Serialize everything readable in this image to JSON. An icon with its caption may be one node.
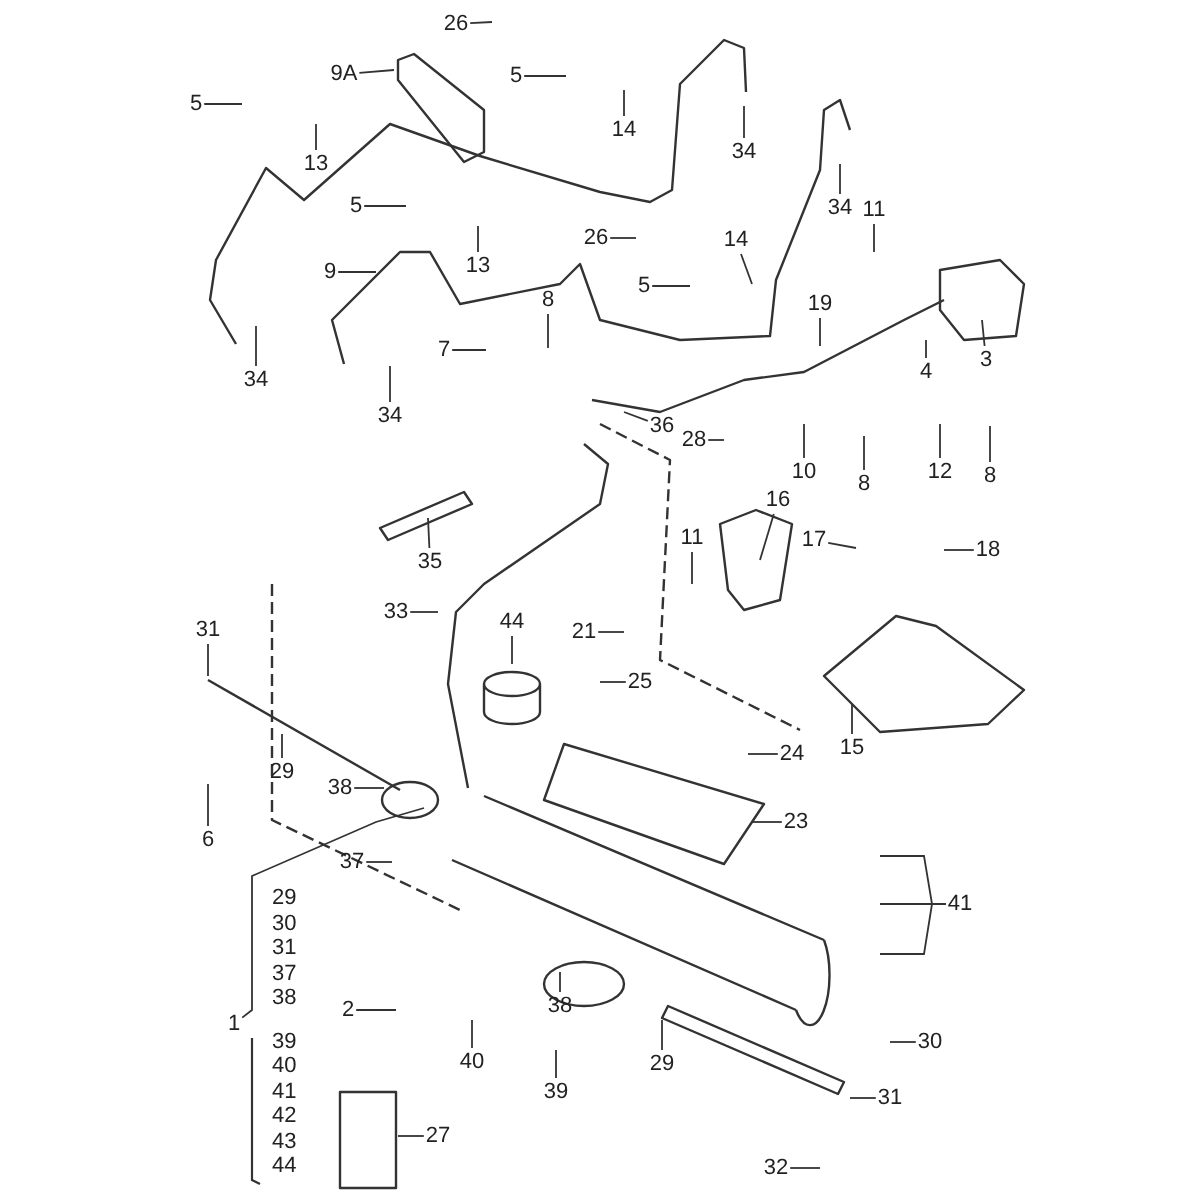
{
  "diagram": {
    "nodes": [
      {
        "text": [
          "26"
        ]
      },
      {
        "text": [
          "9A"
        ]
      },
      {
        "text": [
          "5"
        ]
      },
      {
        "text": [
          "5"
        ]
      },
      {
        "text": [
          "13"
        ]
      },
      {
        "text": [
          "14"
        ]
      },
      {
        "text": [
          "34"
        ]
      },
      {
        "text": [
          "34"
        ]
      },
      {
        "text": [
          "5"
        ]
      },
      {
        "text": [
          "11"
        ]
      },
      {
        "text": [
          "13"
        ]
      },
      {
        "text": [
          "9"
        ]
      },
      {
        "text": [
          "26"
        ]
      },
      {
        "text": [
          "14"
        ]
      },
      {
        "text": [
          "5"
        ]
      },
      {
        "text": [
          "8"
        ]
      },
      {
        "text": [
          "19"
        ]
      },
      {
        "text": [
          "7"
        ]
      },
      {
        "text": [
          "3"
        ]
      },
      {
        "text": [
          "4"
        ]
      },
      {
        "text": [
          "34"
        ]
      },
      {
        "text": [
          "34"
        ]
      },
      {
        "text": [
          "36"
        ]
      },
      {
        "text": [
          "28"
        ]
      },
      {
        "text": [
          "10"
        ]
      },
      {
        "text": [
          "12"
        ]
      },
      {
        "text": [
          "8"
        ]
      },
      {
        "text": [
          "8"
        ]
      },
      {
        "text": [
          "16"
        ]
      },
      {
        "text": [
          "17"
        ]
      },
      {
        "text": [
          "11"
        ]
      },
      {
        "text": [
          "18"
        ]
      },
      {
        "text": [
          "35"
        ]
      },
      {
        "text": [
          "33"
        ]
      },
      {
        "text": [
          "44"
        ]
      },
      {
        "text": [
          "31"
        ]
      },
      {
        "text": [
          "21"
        ]
      },
      {
        "text": [
          "25"
        ]
      },
      {
        "text": [
          "15"
        ]
      },
      {
        "text": [
          "24"
        ]
      },
      {
        "text": [
          "29"
        ]
      },
      {
        "text": [
          "38"
        ]
      },
      {
        "text": [
          "23"
        ]
      },
      {
        "text": [
          "6"
        ]
      },
      {
        "text": [
          "37"
        ]
      },
      {
        "text": [
          "41"
        ]
      },
      {
        "text": [
          "1"
        ]
      },
      {
        "text": [
          "2"
        ]
      },
      {
        "text": [
          "38"
        ]
      },
      {
        "text": [
          "30"
        ]
      },
      {
        "text": [
          "40"
        ]
      },
      {
        "text": [
          "29"
        ]
      },
      {
        "text": [
          "39"
        ]
      },
      {
        "text": [
          "31"
        ]
      },
      {
        "text": [
          "27"
        ]
      },
      {
        "text": [
          "32"
        ]
      }
    ],
    "edges": [
      {
        "from": 0,
        "to": null,
        "arrow": "none"
      },
      {
        "from": 1,
        "to": null,
        "arrow": "none"
      },
      {
        "from": 2,
        "to": null,
        "arrow": "none"
      },
      {
        "from": 3,
        "to": null,
        "arrow": "none"
      },
      {
        "from": 4,
        "to": null,
        "arrow": "none"
      },
      {
        "from": 5,
        "to": null,
        "arrow": "none"
      },
      {
        "from": 6,
        "to": null,
        "arrow": "none"
      },
      {
        "from": 7,
        "to": null,
        "arrow": "none"
      },
      {
        "from": 8,
        "to": null,
        "arrow": "none"
      },
      {
        "from": 9,
        "to": null,
        "arrow": "none"
      },
      {
        "from": 10,
        "to": null,
        "arrow": "none"
      },
      {
        "from": 11,
        "to": null,
        "arrow": "none"
      },
      {
        "from": 12,
        "to": null,
        "arrow": "none"
      },
      {
        "from": 13,
        "to": null,
        "arrow": "none"
      },
      {
        "from": 14,
        "to": null,
        "arrow": "none"
      },
      {
        "from": 15,
        "to": null,
        "arrow": "none"
      },
      {
        "from": 16,
        "to": null,
        "arrow": "none"
      },
      {
        "from": 17,
        "to": null,
        "arrow": "none"
      },
      {
        "from": 18,
        "to": null,
        "arrow": "none"
      },
      {
        "from": 19,
        "to": null,
        "arrow": "none"
      },
      {
        "from": 20,
        "to": null,
        "arrow": "none"
      },
      {
        "from": 21,
        "to": null,
        "arrow": "none"
      },
      {
        "from": 22,
        "to": null,
        "arrow": "none"
      },
      {
        "from": 23,
        "to": null,
        "arrow": "none"
      },
      {
        "from": 24,
        "to": null,
        "arrow": "none"
      },
      {
        "from": 25,
        "to": null,
        "arrow": "none"
      },
      {
        "from": 26,
        "to": null,
        "arrow": "none"
      },
      {
        "from": 27,
        "to": null,
        "arrow": "none"
      },
      {
        "from": 28,
        "to": null,
        "arrow": "none"
      },
      {
        "from": 29,
        "to": null,
        "arrow": "none"
      },
      {
        "from": 30,
        "to": null,
        "arrow": "none"
      },
      {
        "from": 31,
        "to": null,
        "arrow": "none"
      },
      {
        "from": 32,
        "to": null,
        "arrow": "none"
      },
      {
        "from": 33,
        "to": null,
        "arrow": "none"
      },
      {
        "from": 34,
        "to": null,
        "arrow": "none"
      },
      {
        "from": 35,
        "to": null,
        "arrow": "none"
      },
      {
        "from": 36,
        "to": null,
        "arrow": "none"
      },
      {
        "from": 37,
        "to": null,
        "arrow": "none"
      },
      {
        "from": 38,
        "to": null,
        "arrow": "none"
      },
      {
        "from": 39,
        "to": null,
        "arrow": "none"
      },
      {
        "from": 40,
        "to": null,
        "arrow": "none"
      },
      {
        "from": 41,
        "to": null,
        "arrow": "none"
      },
      {
        "from": 42,
        "to": null,
        "arrow": "none"
      },
      {
        "from": 43,
        "to": null,
        "arrow": "none"
      },
      {
        "from": 44,
        "to": null,
        "arrow": "none"
      },
      {
        "from": 45,
        "to": null,
        "arrow": "none"
      },
      {
        "from": 45,
        "to": null,
        "arrow": "none"
      },
      {
        "from": 45,
        "to": null,
        "arrow": "none"
      },
      {
        "from": 46,
        "to": null,
        "arrow": "none"
      },
      {
        "from": 47,
        "to": null,
        "arrow": "none"
      },
      {
        "from": 48,
        "to": null,
        "arrow": "none"
      },
      {
        "from": 49,
        "to": null,
        "arrow": "none"
      },
      {
        "from": 50,
        "to": null,
        "arrow": "none"
      },
      {
        "from": 51,
        "to": null,
        "arrow": "none"
      },
      {
        "from": 52,
        "to": null,
        "arrow": "none"
      },
      {
        "from": 53,
        "to": null,
        "arrow": "none"
      },
      {
        "from": 54,
        "to": null,
        "arrow": "none"
      },
      {
        "from": 55,
        "to": null,
        "arrow": "none"
      }
    ],
    "labels": [
      "29",
      "30",
      "31",
      "37",
      "38",
      "39",
      "40",
      "41",
      "42",
      "43",
      "44"
    ]
  }
}
